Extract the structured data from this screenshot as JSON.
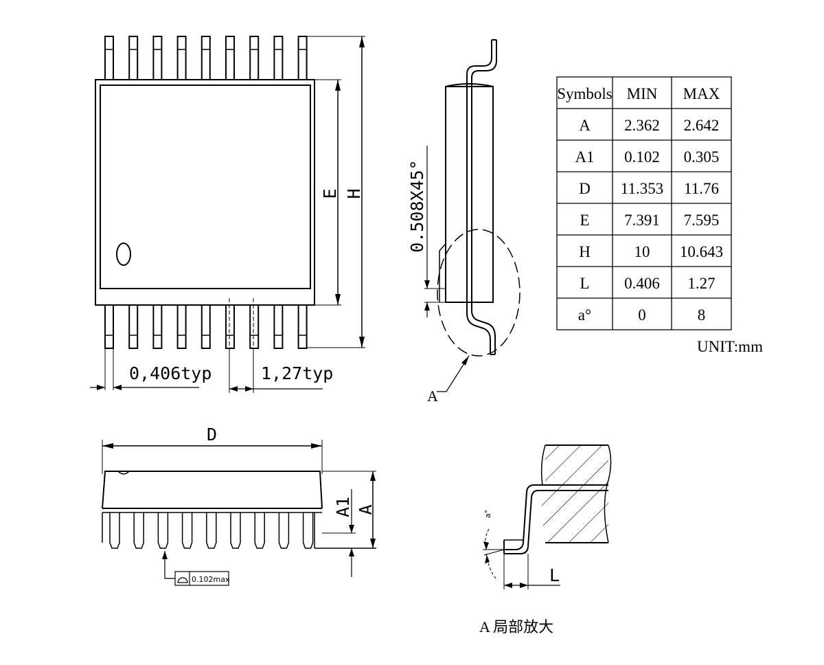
{
  "top_view": {
    "label_E": "E",
    "label_H": "H",
    "lead_width_label": "0,406typ",
    "pitch_label": "1,27typ"
  },
  "side_view": {
    "chamfer_label": "0.508X45°",
    "detail_ref_label": "A"
  },
  "table": {
    "headers": [
      "Symbols",
      "MIN",
      "MAX"
    ],
    "rows": [
      {
        "symbol": "A",
        "min": "2.362",
        "max": "2.642"
      },
      {
        "symbol": "A1",
        "min": "0.102",
        "max": "0.305"
      },
      {
        "symbol": "D",
        "min": "11.353",
        "max": "11.76"
      },
      {
        "symbol": "E",
        "min": "7.391",
        "max": "7.595"
      },
      {
        "symbol": "H",
        "min": "10",
        "max": "10.643"
      },
      {
        "symbol": "L",
        "min": "0.406",
        "max": "1.27"
      },
      {
        "symbol": "a°",
        "min": "0",
        "max": "8"
      }
    ],
    "unit_label": "UNIT:mm"
  },
  "front_view": {
    "label_D": "D",
    "label_A1": "A1",
    "label_A": "A",
    "flatness_label": "0.102max"
  },
  "detail_view": {
    "label_L": "L",
    "label_angle": "a°",
    "caption": "A 局部放大"
  }
}
